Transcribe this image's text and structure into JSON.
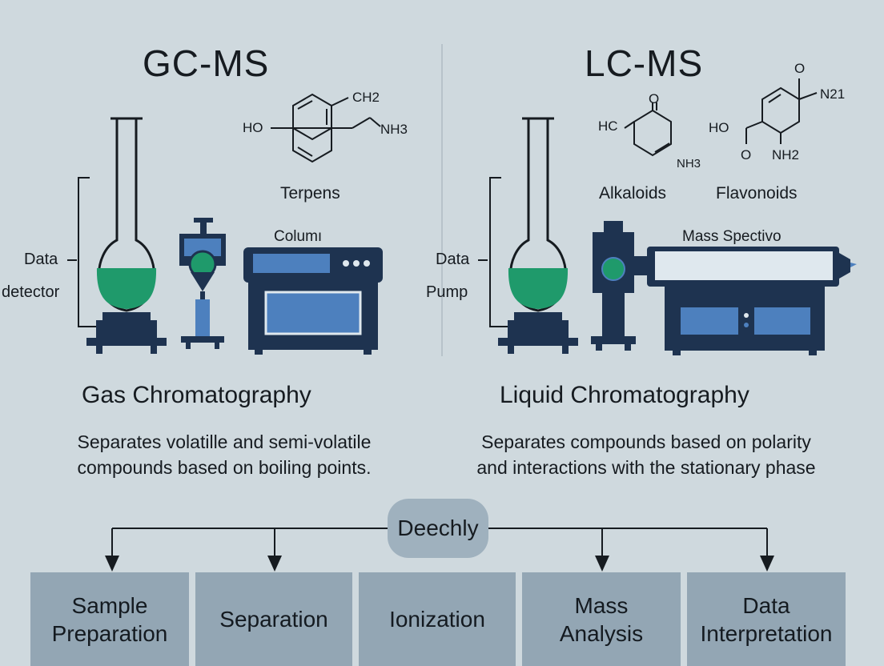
{
  "left": {
    "title": "GC-MS",
    "molecule_labels": [
      "CH2",
      "HO",
      "NH3"
    ],
    "molecule_caption": "Terpens",
    "component_label": "Columı",
    "side_labels": [
      "Data",
      "detector"
    ],
    "heading": "Gas Chromatography",
    "description": "Separates volatille and semi-volatile\ncompounds based on boiling points."
  },
  "right": {
    "title": "LC-MS",
    "molecule1_labels": [
      "HC",
      "O",
      "NH3"
    ],
    "molecule1_caption": "Alkaloids",
    "molecule2_labels": [
      "HO",
      "O",
      "N21",
      "NH2",
      "O"
    ],
    "molecule2_caption": "Flavonoids",
    "component_label": "Mass Spectivo",
    "side_labels": [
      "Data",
      "Pump"
    ],
    "heading": "Liquid Chromatography",
    "description": "Separates compounds based on polarity\nand interactions with the stationary phase"
  },
  "workflow": {
    "hub_label": "Deechly",
    "steps": [
      "Sample\nPreparation",
      "Separation",
      "Ionization",
      "Mass\nAnalysis",
      "Data\nInterpretation"
    ]
  },
  "colors": {
    "background": "#cfd9de",
    "navy": "#1e3350",
    "blue": "#4d80be",
    "green": "#1f9a6b",
    "step_box": "#93a6b4"
  }
}
